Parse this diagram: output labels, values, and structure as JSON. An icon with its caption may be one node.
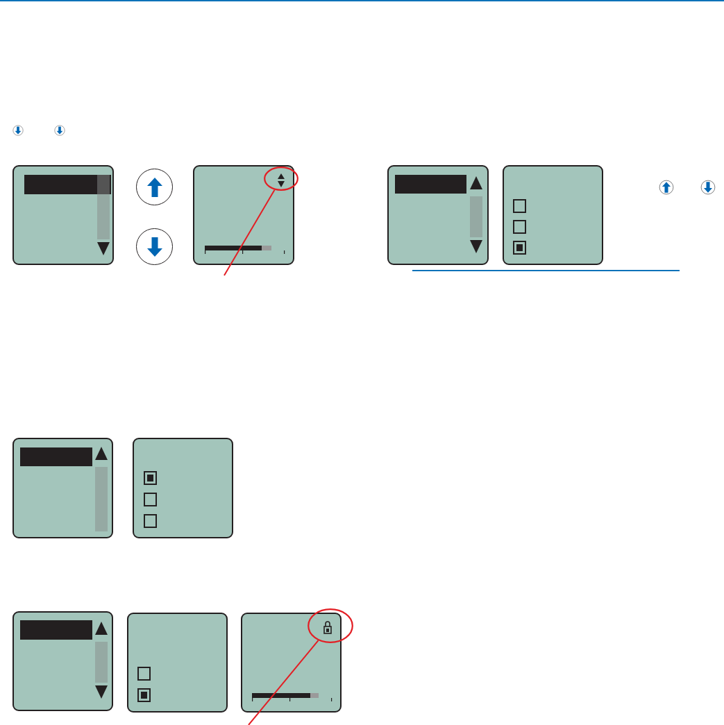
{
  "diagram": {
    "nodes": [
      {
        "text": [],
        "shape": "box"
      },
      {
        "text": [],
        "shape": "circle"
      },
      {
        "text": [],
        "shape": "circle"
      },
      {
        "text": [],
        "shape": "box"
      },
      {
        "text": [],
        "shape": "circle"
      },
      {
        "text": [],
        "shape": "box"
      },
      {
        "text": [],
        "shape": "box"
      },
      {
        "text": [],
        "shape": "box"
      },
      {
        "text": [],
        "shape": "box"
      },
      {
        "text": [],
        "shape": "box"
      },
      {
        "text": [],
        "shape": "box"
      },
      {
        "text": [],
        "shape": "box"
      },
      {
        "text": [],
        "shape": "circle"
      }
    ],
    "edges": [
      {
        "from": null,
        "to": 4,
        "arrow": "none"
      },
      {
        "from": null,
        "to": 12,
        "arrow": "none"
      }
    ]
  }
}
